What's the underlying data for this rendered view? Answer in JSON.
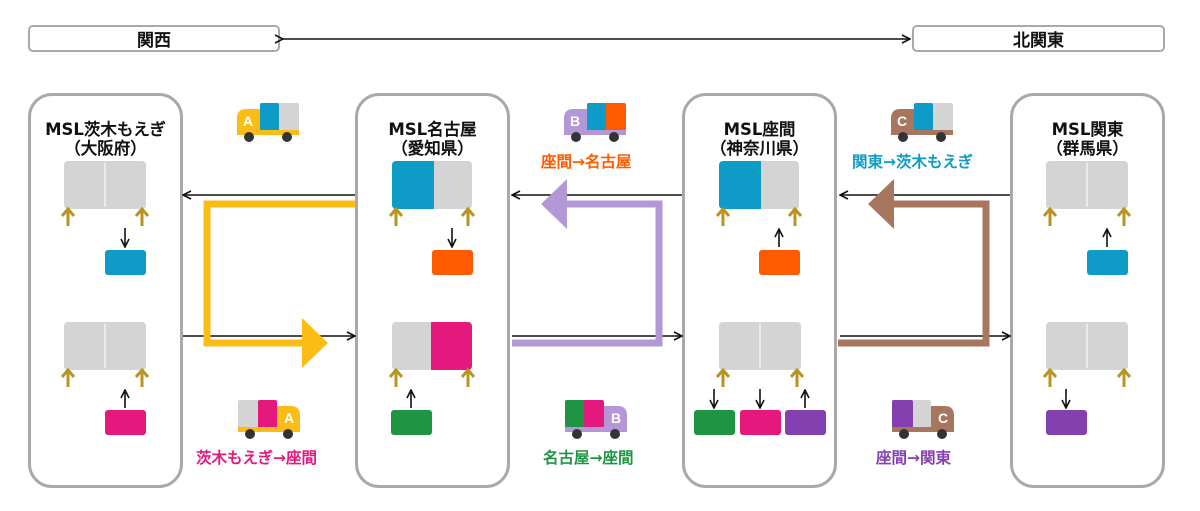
{
  "regions": {
    "west": "関西",
    "east": "北関東"
  },
  "nodes": [
    {
      "line1": "MSL茨木もえぎ",
      "line2": "（大阪府）"
    },
    {
      "line1": "MSL名古屋",
      "line2": "（愛知県）"
    },
    {
      "line1": "MSL座間",
      "line2": "（神奈川県）"
    },
    {
      "line1": "MSL関東",
      "line2": "（群馬県）"
    }
  ],
  "trucks": {
    "A": "A",
    "B": "B",
    "C": "C"
  },
  "routes": {
    "zama_to_nagoya": "座間→名古屋",
    "kanto_to_ibaraki": "関東→茨木もえぎ",
    "ibaraki_to_zama": "茨木もえぎ→座間",
    "nagoya_to_zama": "名古屋→座間",
    "zama_to_kanto": "座間→関東"
  },
  "colors": {
    "blue": "#0e9bc7",
    "orange": "#ff5a00",
    "pink": "#e5197d",
    "green": "#1f9544",
    "purple": "#8540b0",
    "route_A": "#fbbd15",
    "route_B": "#b497d6",
    "route_C": "#a8765f",
    "grey": "#d4d4d4"
  }
}
